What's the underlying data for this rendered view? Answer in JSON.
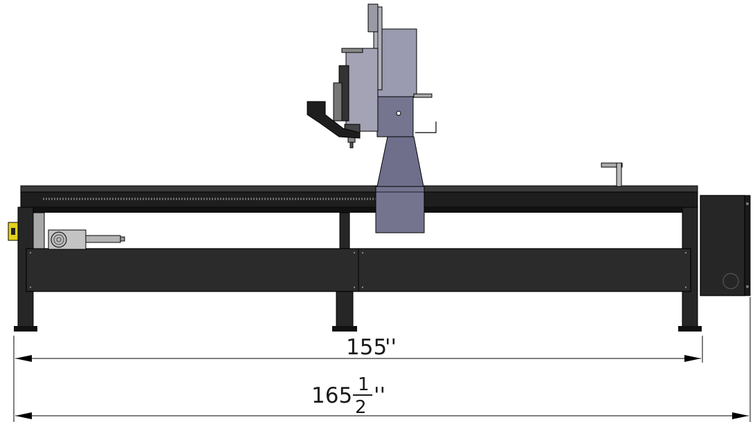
{
  "dimensions": {
    "inner_width": {
      "value": "155",
      "unit": "''"
    },
    "overall_width": {
      "whole": "165",
      "numerator": "1",
      "denominator": "2",
      "unit": "''"
    }
  },
  "colors": {
    "frame": "#2a2a2a",
    "frame_dark": "#111111",
    "gantry": "#6f6f8c",
    "gantry_light": "#9a9ab0",
    "metal": "#a9a9a9",
    "line": "#000000",
    "accent": "#e3d21b"
  }
}
